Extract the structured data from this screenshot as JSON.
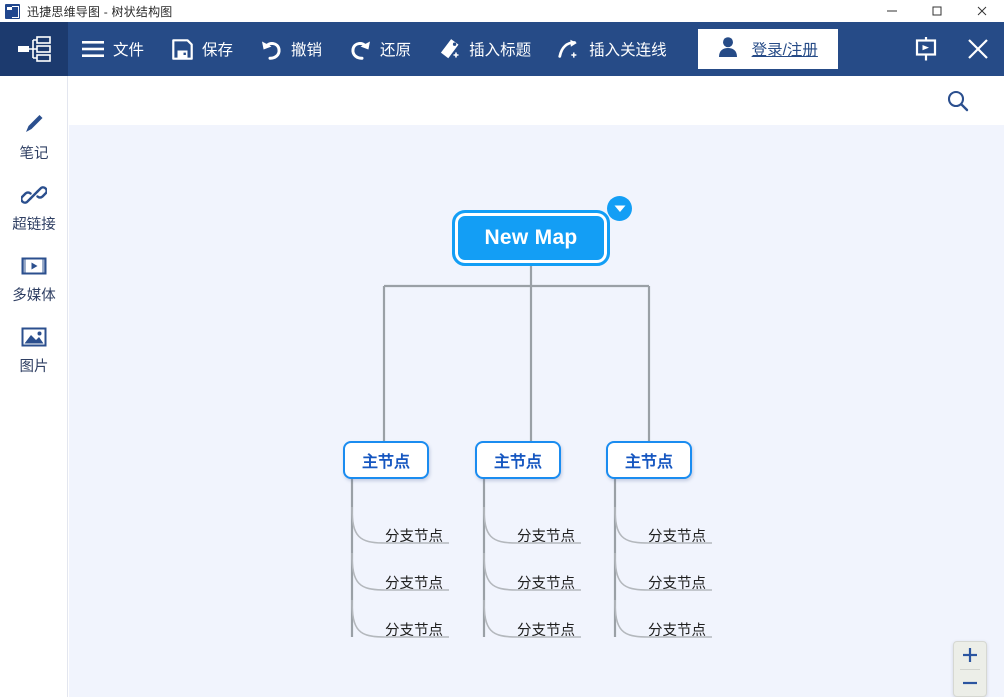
{
  "window": {
    "title": "迅捷思维导图 - 树状结构图",
    "logo_icon": "mindmap-logo-icon",
    "controls": [
      {
        "name": "minimize",
        "icon": "minimize-icon"
      },
      {
        "name": "maximize",
        "icon": "maximize-icon"
      },
      {
        "name": "close",
        "icon": "close-icon"
      }
    ]
  },
  "toolbar": {
    "app_icon": "mindmap-tree-icon",
    "items": [
      {
        "label": "文件",
        "icon": "hamburger-menu-icon"
      },
      {
        "label": "保存",
        "icon": "save-floppy-icon"
      },
      {
        "label": "撤销",
        "icon": "undo-arrow-icon"
      },
      {
        "label": "还原",
        "icon": "redo-arrow-icon"
      },
      {
        "label": "插入标题",
        "icon": "tag-plus-icon"
      },
      {
        "label": "插入关连线",
        "icon": "relation-line-plus-icon"
      }
    ],
    "login_label": "登录/注册",
    "login_icon": "user-person-icon",
    "present_icon": "presentation-icon",
    "close_icon": "close-x-icon"
  },
  "subbar": {
    "search_icon": "search-icon"
  },
  "sidebar": {
    "items": [
      {
        "label": "笔记",
        "icon": "pencil-icon"
      },
      {
        "label": "超链接",
        "icon": "hyperlink-chain-icon"
      },
      {
        "label": "多媒体",
        "icon": "multimedia-film-icon"
      },
      {
        "label": "图片",
        "icon": "image-picture-icon"
      }
    ]
  },
  "mindmap": {
    "root": {
      "label": "New Map",
      "badge_icon": "collapse-triangle-icon"
    },
    "main_nodes": [
      {
        "label": "主节点"
      },
      {
        "label": "主节点"
      },
      {
        "label": "主节点"
      }
    ],
    "branches": [
      [
        "分支节点",
        "分支节点",
        "分支节点"
      ],
      [
        "分支节点",
        "分支节点",
        "分支节点"
      ],
      [
        "分支节点",
        "分支节点",
        "分支节点"
      ]
    ]
  },
  "zoom_control": {
    "zoom_in_icon": "plus-icon",
    "zoom_out_icon": "minus-icon"
  },
  "colors": {
    "toolbar_blue": "#264b87",
    "node_blue": "#139ef5",
    "canvas_bg": "#f1f4fd",
    "connector_gray": "#9aa0a6"
  }
}
